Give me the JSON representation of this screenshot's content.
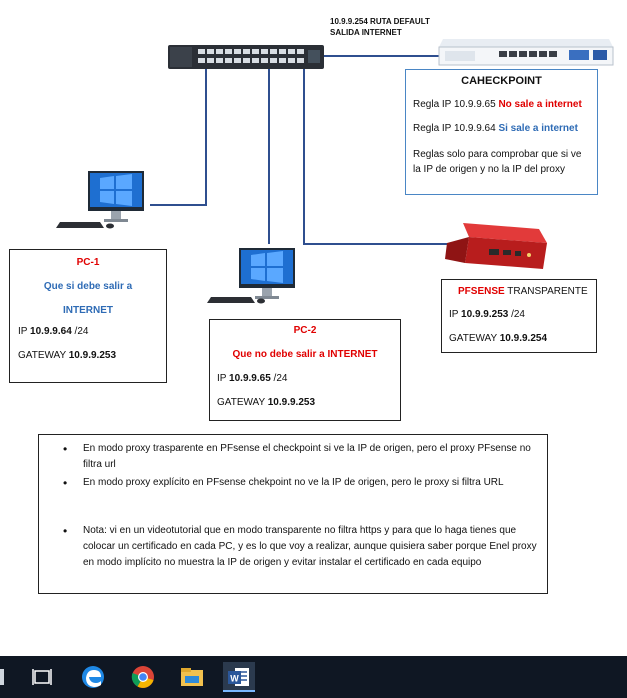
{
  "default_route": {
    "line1": "10.9.9.254 RUTA DEFAULT",
    "line2": "SALIDA INTERNET"
  },
  "checkpoint": {
    "title": "CAHECKPOINT",
    "rule1_prefix": "Regla IP 10.9.9.65 ",
    "rule1_status": "No sale a internet",
    "rule2_prefix": "Regla IP 10.9.9.64 ",
    "rule2_status": "Si sale a internet",
    "note": "Reglas solo para comprobar que si ve la IP de origen y no la IP del proxy"
  },
  "pc1": {
    "title": "PC-1",
    "subtitle1": "Que si debe salir a",
    "subtitle2": "INTERNET",
    "ip_label": "IP ",
    "ip_value": "10.9.9.64",
    "ip_mask": " /24",
    "gw_label": "GATEWAY ",
    "gw_value": "10.9.9.253"
  },
  "pc2": {
    "title": "PC-2",
    "subtitle": "Que no debe salir a INTERNET",
    "ip_label": "IP ",
    "ip_value": "10.9.9.65",
    "ip_mask": " /24",
    "gw_label": "GATEWAY ",
    "gw_value": "10.9.9.253"
  },
  "pfsense": {
    "title_bold": "PFSENSE",
    "title_rest": " TRANSPARENTE",
    "ip_label": "IP ",
    "ip_value": "10.9.9.253",
    "ip_mask": " /24",
    "gw_label": "GATEWAY ",
    "gw_value": "10.9.9.254"
  },
  "notes": {
    "item1": "En modo proxy trasparente en PFsense el checkpoint si ve la IP de origen, pero el proxy PFsense no filtra url",
    "item2": "En modo proxy explícito en PFsense chekpoint no ve la IP de origen, pero le proxy si filtra URL",
    "item3": "Nota: vi en un videotutorial que en modo transparente no filtra https y para que lo haga tienes que colocar un certificado en cada PC, y es lo que voy a realizar, aunque quisiera saber porque Enel proxy en modo implícito no muestra la IP de origen y evitar instalar el certificado en cada equipo"
  },
  "taskbar": {
    "icons": [
      "task-view-icon",
      "edge-icon",
      "chrome-icon",
      "file-explorer-icon",
      "word-icon"
    ]
  },
  "colors": {
    "wire": "#2f4f8f",
    "red_label": "#e00000",
    "blue_label": "#2e6bb5",
    "taskbar": "#0f1723"
  }
}
